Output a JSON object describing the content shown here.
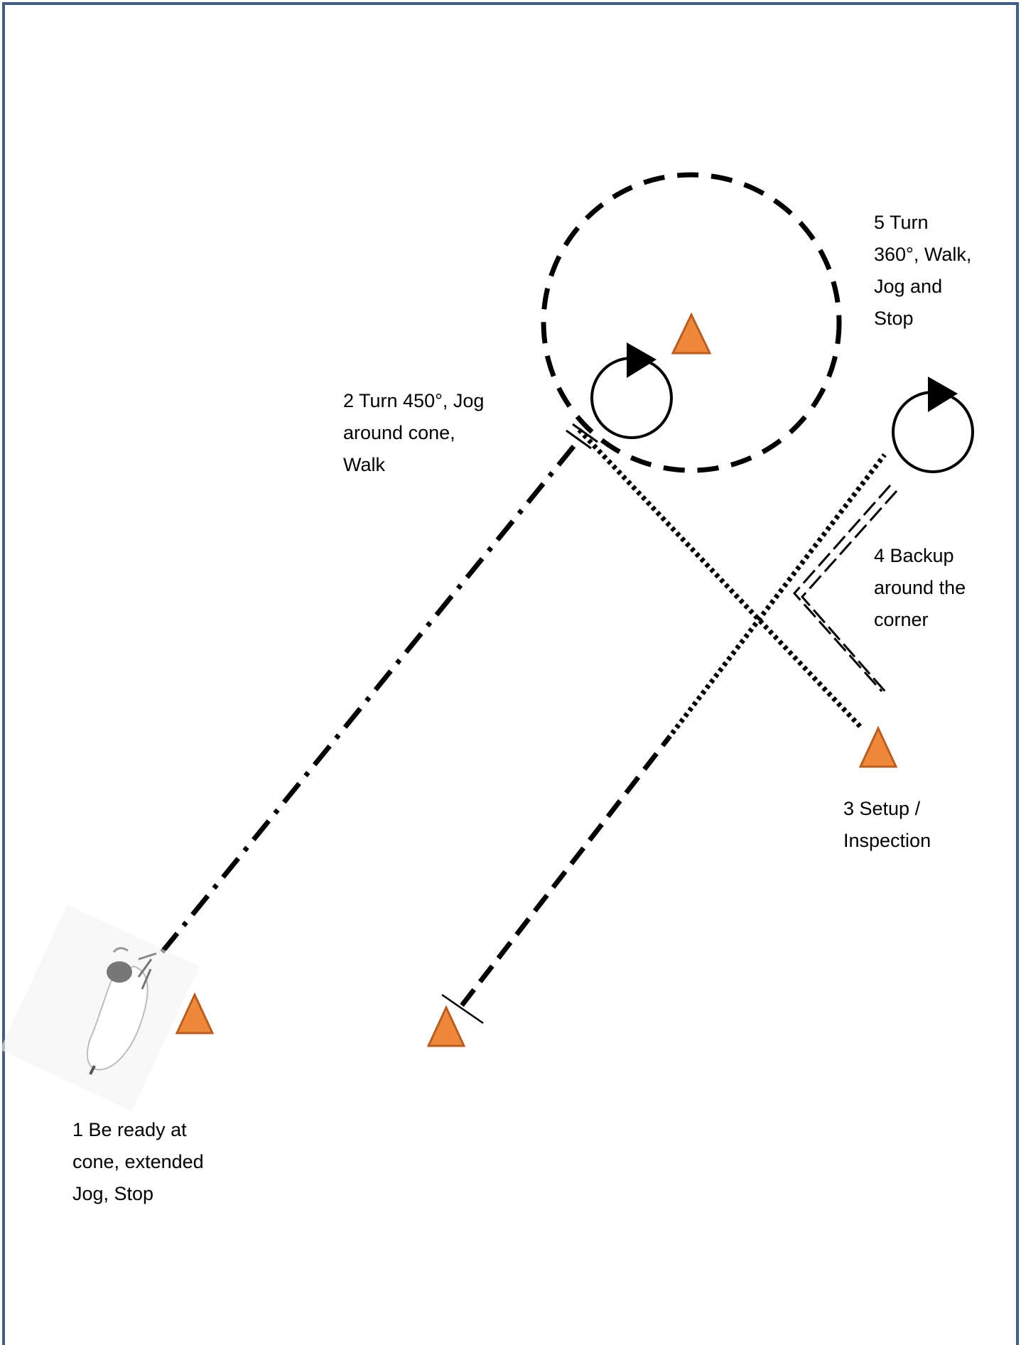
{
  "colors": {
    "frame": "#3f5f87",
    "cone_fill": "#f0883c",
    "cone_stroke": "#b85e22",
    "path": "#000000"
  },
  "icons": {
    "cone": "orange-cone-icon",
    "horse": "horse-and-rider-icon",
    "turn": "circular-turn-arrow-icon"
  },
  "steps": [
    {
      "text": "1 Be ready at\ncone, extended\nJog, Stop"
    },
    {
      "text": "2 Turn 450°, Jog\naround cone,\nWalk"
    },
    {
      "text": "3 Setup /\nInspection"
    },
    {
      "text": "4 Backup\naround the\ncorner"
    },
    {
      "text": "5 Turn\n360°, Walk,\nJog and\nStop"
    }
  ]
}
